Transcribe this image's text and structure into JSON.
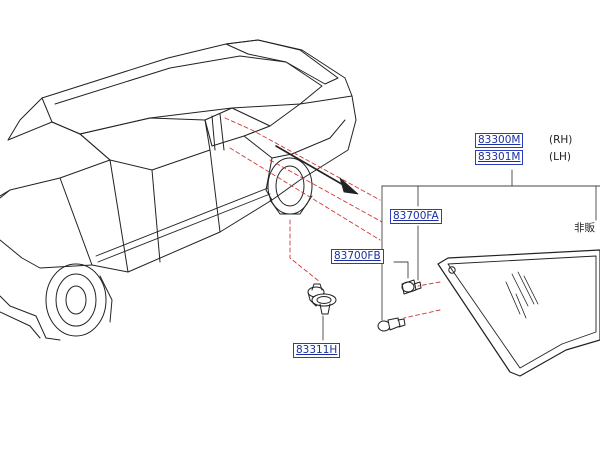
{
  "parts": {
    "p83300m": "83300M",
    "p83301m": "83301M",
    "p83700fa": "83700FA",
    "p83700fb": "83700FB",
    "p83311h": "83311H"
  },
  "side_rh": "(RH)",
  "side_lh": "(LH)",
  "note_text": "非販"
}
